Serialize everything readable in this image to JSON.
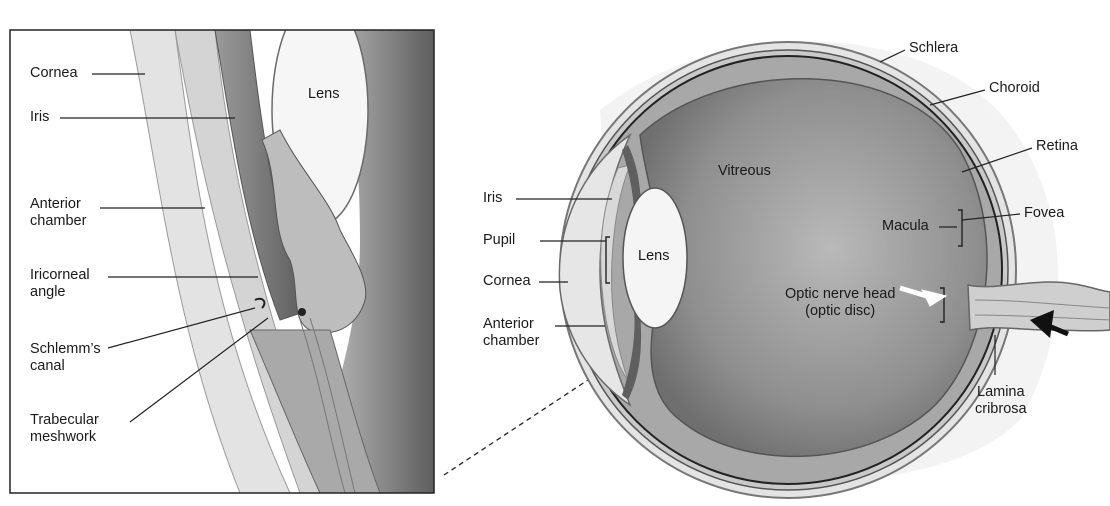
{
  "left_panel": {
    "labels": {
      "cornea": "Cornea",
      "iris": "Iris",
      "lens": "Lens",
      "anterior_chamber": "Anterior\nchamber",
      "iricorneal_angle": "Iricorneal\nangle",
      "schlemms_canal": "Schlemm’s\ncanal",
      "trabecular_meshwork": "Trabecular\nmeshwork"
    }
  },
  "right_panel": {
    "labels": {
      "schlera": "Schlera",
      "choroid": "Choroid",
      "retina": "Retina",
      "vitreous": "Vitreous",
      "iris": "Iris",
      "pupil": "Pupil",
      "lens": "Lens",
      "macula": "Macula",
      "fovea": "Fovea",
      "cornea": "Cornea",
      "optic_nerve_head": "Optic nerve head\n(optic disc)",
      "anterior_chamber": "Anterior\nchamber",
      "lamina_cribrosa": "Lamina\ncribrosa"
    }
  }
}
